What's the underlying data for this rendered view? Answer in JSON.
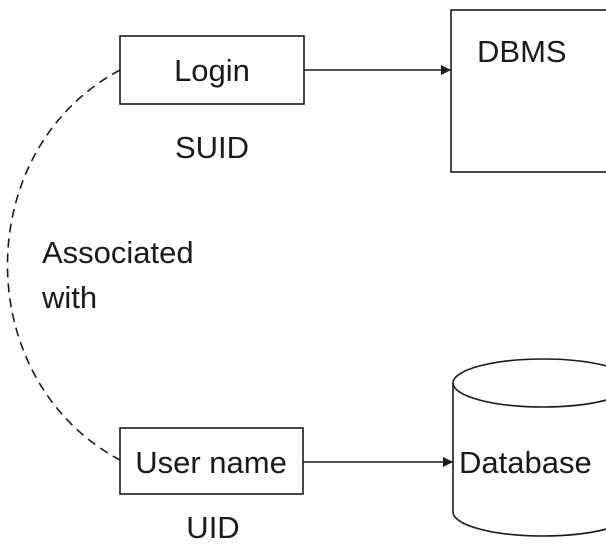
{
  "nodes": {
    "login": {
      "label": "Login",
      "id_label": "SUID"
    },
    "dbms": {
      "label": "DBMS"
    },
    "user_name": {
      "label": "User name",
      "id_label": "UID"
    },
    "database": {
      "label": "Database"
    }
  },
  "association": {
    "line1": "Associated",
    "line2": "with"
  },
  "colors": {
    "stroke": "#1a1a1a",
    "background": "#ffffff"
  }
}
